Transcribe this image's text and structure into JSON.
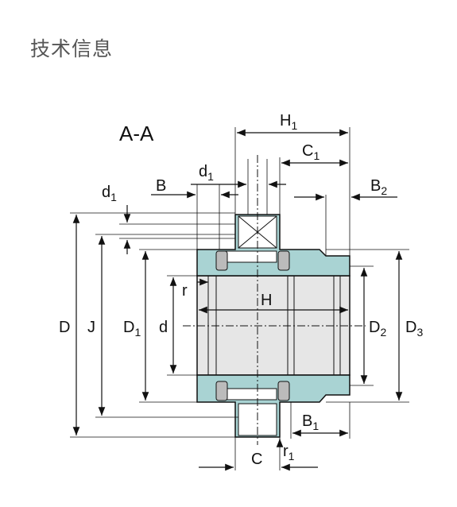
{
  "header": {
    "title": "技术信息"
  },
  "diagram": {
    "section_label": "A-A",
    "labels": {
      "H1": "H",
      "H1_sub": "1",
      "C1": "C",
      "C1_sub": "1",
      "d1_top": "d",
      "d1_top_sub": "1",
      "d1_left": "d",
      "d1_left_sub": "1",
      "B": "B",
      "B2": "B",
      "B2_sub": "2",
      "r_top": "r",
      "H": "H",
      "D": "D",
      "J": "J",
      "D1": "D",
      "D1_sub": "1",
      "d": "d",
      "D2": "D",
      "D2_sub": "2",
      "D3": "D",
      "D3_sub": "3",
      "B1": "B",
      "B1_sub": "1",
      "r1": "r",
      "r1_sub": "1",
      "C": "C"
    },
    "colors": {
      "housing": "#a9d3d3",
      "shaft": "#e6e6e6",
      "line": "#111111"
    }
  }
}
